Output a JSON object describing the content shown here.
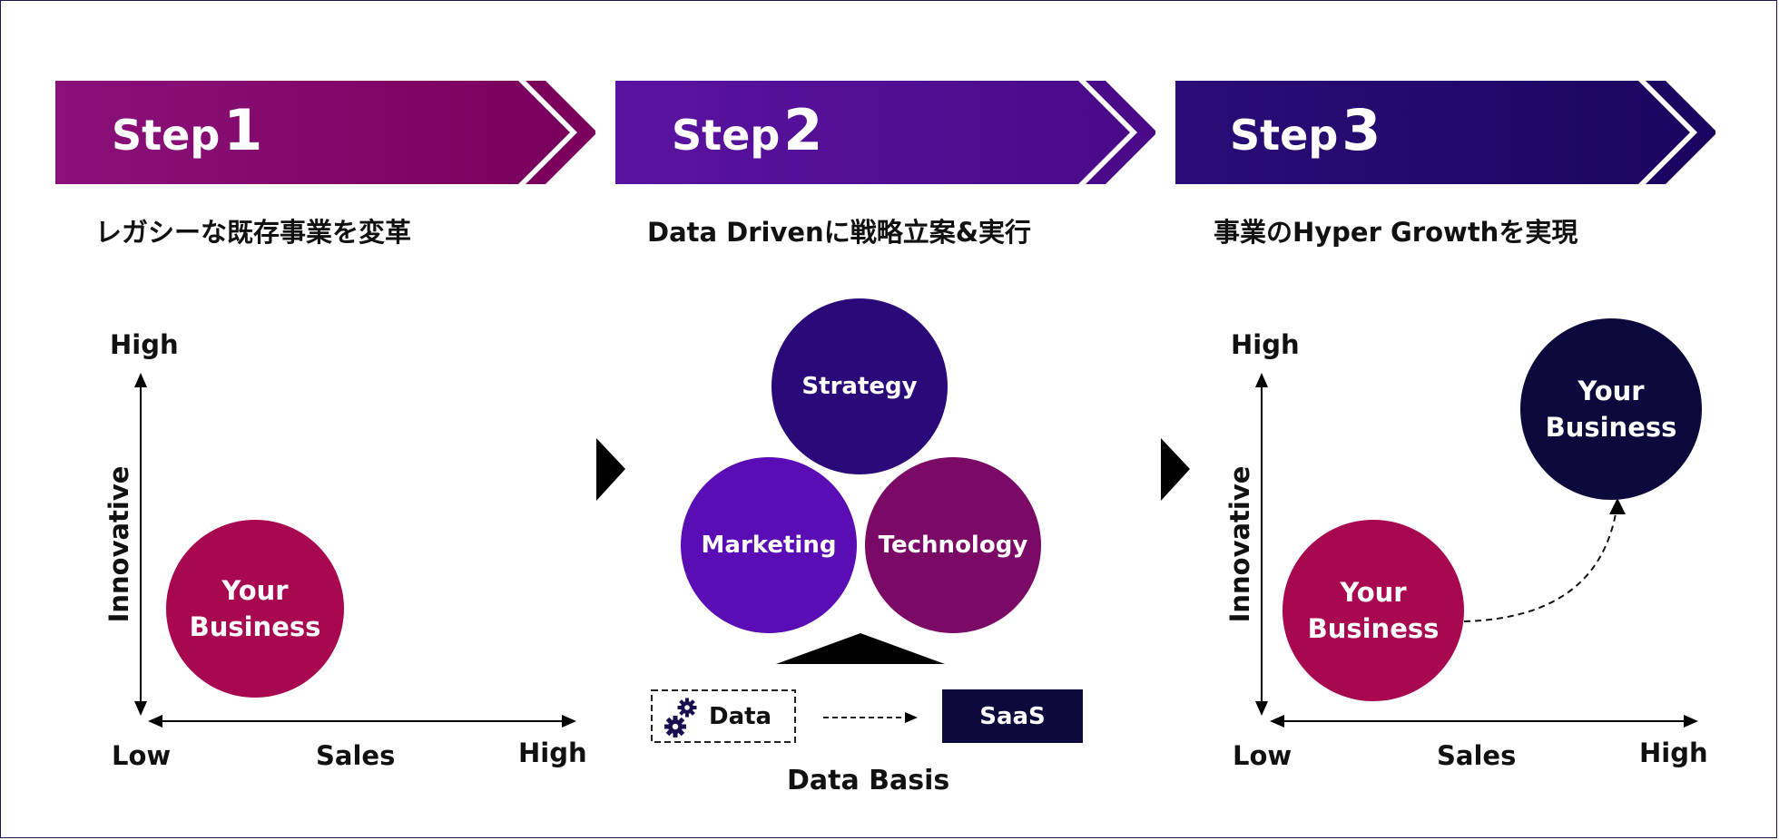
{
  "steps": [
    {
      "word": "Step",
      "num": "1",
      "subtitle": "レガシーな既存事業を変革"
    },
    {
      "word": "Step",
      "num": "2",
      "subtitle": "Data Drivenに戦略立案&実行"
    },
    {
      "word": "Step",
      "num": "3",
      "subtitle": "事業のHyper Growthを実現"
    }
  ],
  "matrix1": {
    "y_high": "High",
    "y_label": "Innovative",
    "x_low": "Low",
    "x_label": "Sales",
    "x_high": "High",
    "bubble": "Your\nBusiness"
  },
  "pillars": {
    "top": "Strategy",
    "left": "Marketing",
    "right": "Technology"
  },
  "basis": {
    "data_label": "Data",
    "saas_label": "SaaS",
    "title": "Data Basis"
  },
  "matrix3": {
    "y_high": "High",
    "y_label": "Innovative",
    "x_low": "Low",
    "x_label": "Sales",
    "x_high": "High",
    "bubble_start": "Your\nBusiness",
    "bubble_end": "Your\nBusiness"
  },
  "colors": {
    "step1": "#7f0a63",
    "step2": "#4e1392",
    "step3": "#23096b",
    "magenta": "#a8084f",
    "navy": "#0c0a3d",
    "purple": "#5a0db5",
    "strategy": "#2a0a78",
    "technology": "#7a0a66"
  }
}
